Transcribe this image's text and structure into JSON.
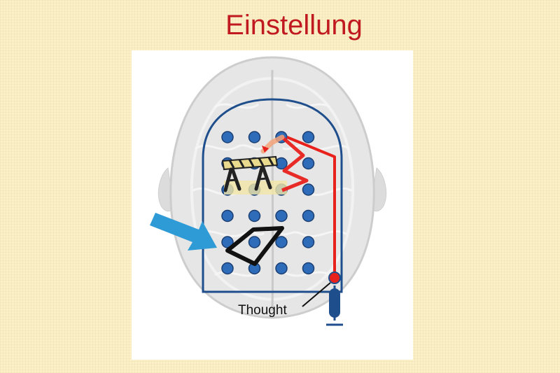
{
  "slide": {
    "title": "Einstellung"
  },
  "diagram": {
    "thought_label": "Thought",
    "grid": {
      "columns": 4,
      "rows": 6
    },
    "colors": {
      "brain": "#e9e9e9",
      "frame": "#1f4e8c",
      "node": "#2e6bb8",
      "path_blocked": "#e8211c",
      "path_familiar": "#111111",
      "arrow": "#2e9bd6",
      "barrier": "#e8d98c"
    },
    "icons": [
      "brain-icon",
      "barrier-icon",
      "arrow-icon",
      "electrode-icon"
    ]
  }
}
